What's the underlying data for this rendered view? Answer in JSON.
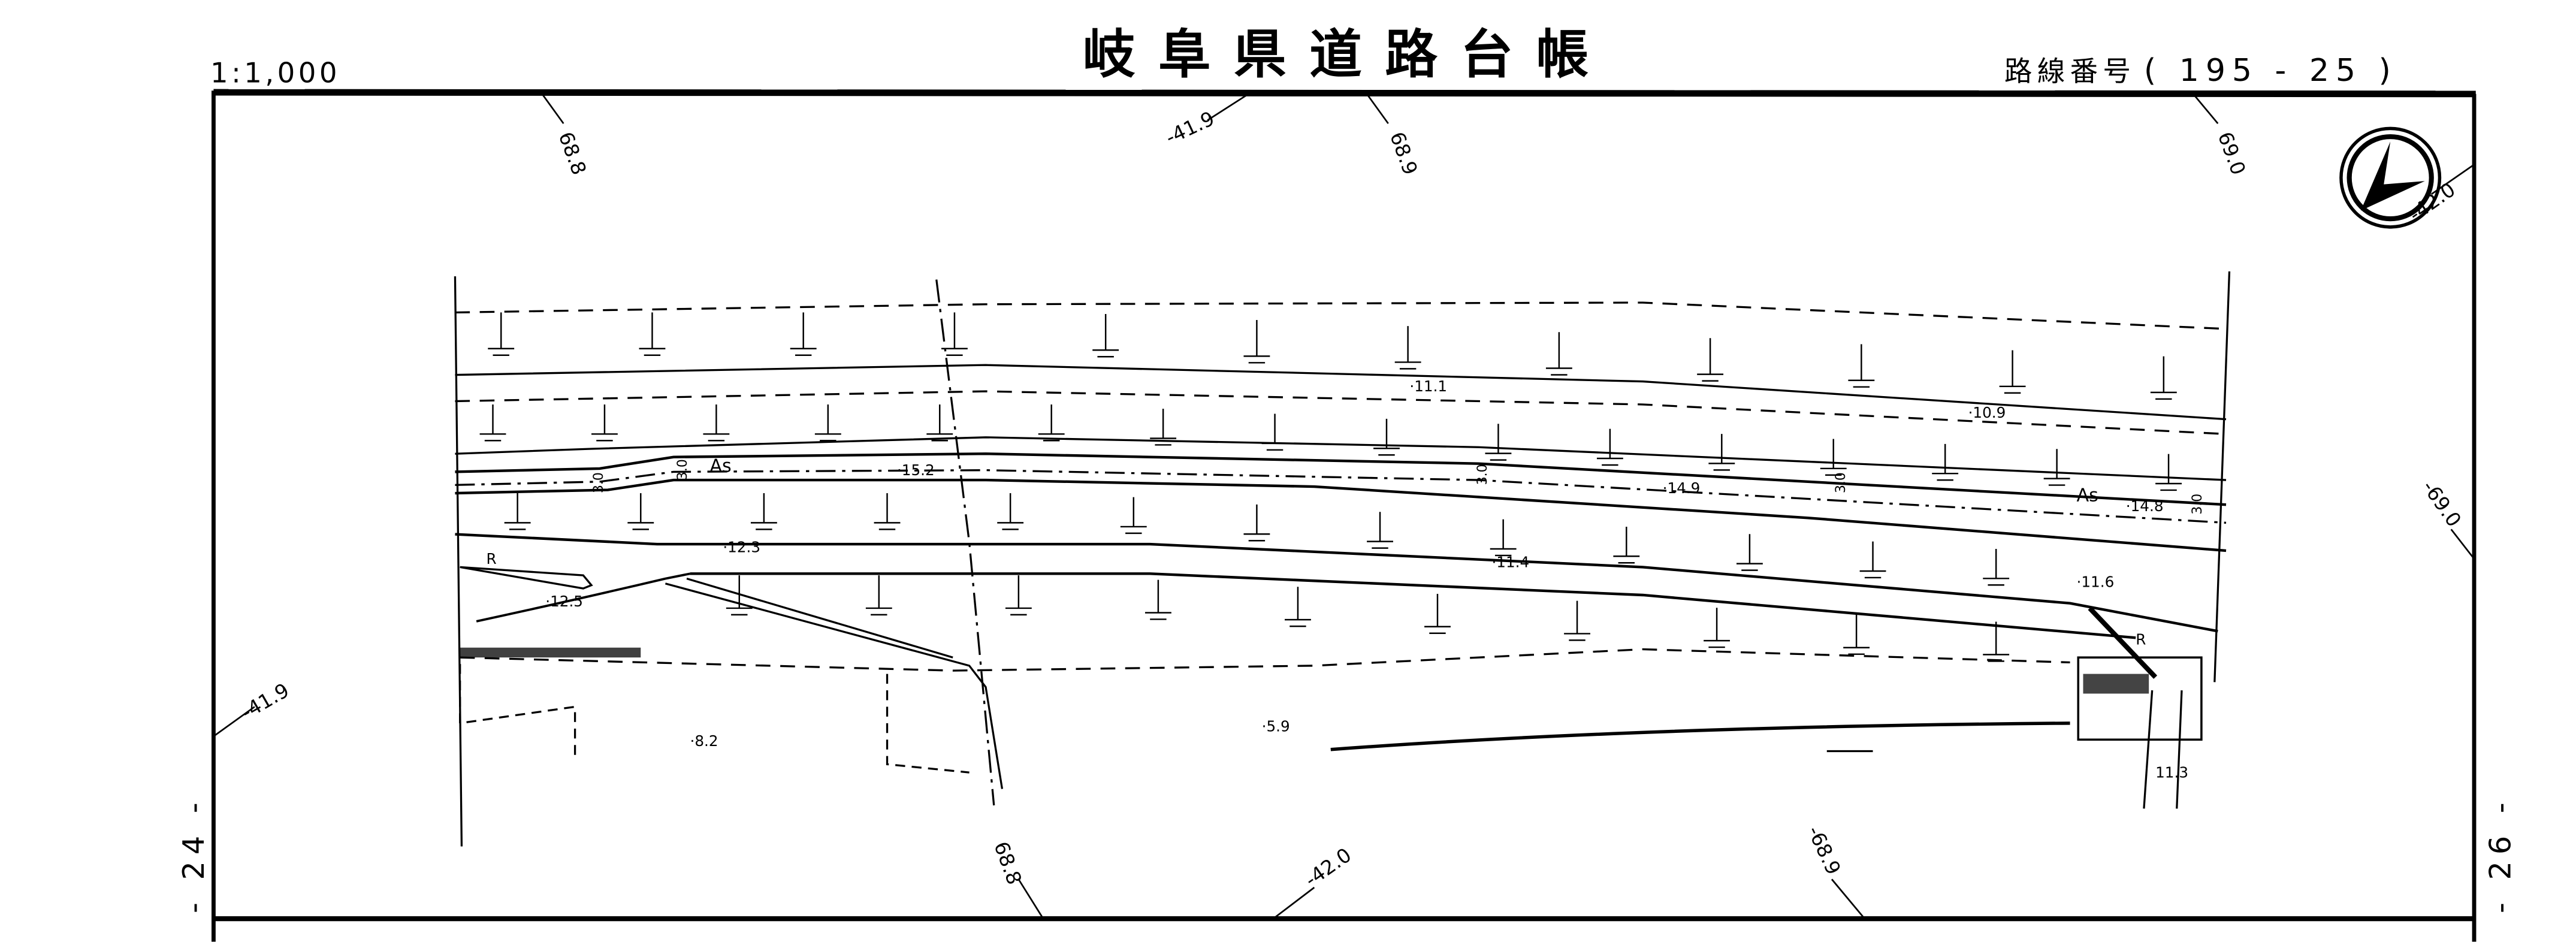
{
  "header": {
    "scale": "1:1,000",
    "title": "岐阜県道路台帳",
    "route_label": "路線番号",
    "route_number": "( 195 -  25 )"
  },
  "sheet_refs": {
    "left": "- 24 -",
    "right": "- 26 -"
  },
  "grid_labels": {
    "top_1": "68.8",
    "top_2": "-41.9",
    "top_3": "68.9",
    "top_4": "69.0",
    "right_top": "-42.0",
    "right_mid": "-69.0",
    "left_mid": "-41.9",
    "bottom_1": "68.8",
    "bottom_2": "-42.0",
    "bottom_3": "-68.9"
  },
  "map_labels": {
    "elev_11_1": "·11.1",
    "elev_10_9": "·10.9",
    "elev_15_2": "·15.2",
    "elev_14_9": "·14.9",
    "elev_14_8": "·14.8",
    "elev_12_3": "·12.3",
    "elev_11_4": "·11.4",
    "elev_11_6": "·11.6",
    "elev_12_5": "·12.5",
    "elev_8_2": "·8.2",
    "elev_5_9": "·5.9",
    "elev_11_3": "11.3",
    "pavement_1": "As",
    "pavement_2": "As",
    "width_1": "3.0",
    "width_2": "3.0",
    "width_3": "3.0",
    "width_4": "3.0",
    "width_5": "3.0",
    "retaining_1": "R",
    "retaining_2": "R"
  }
}
